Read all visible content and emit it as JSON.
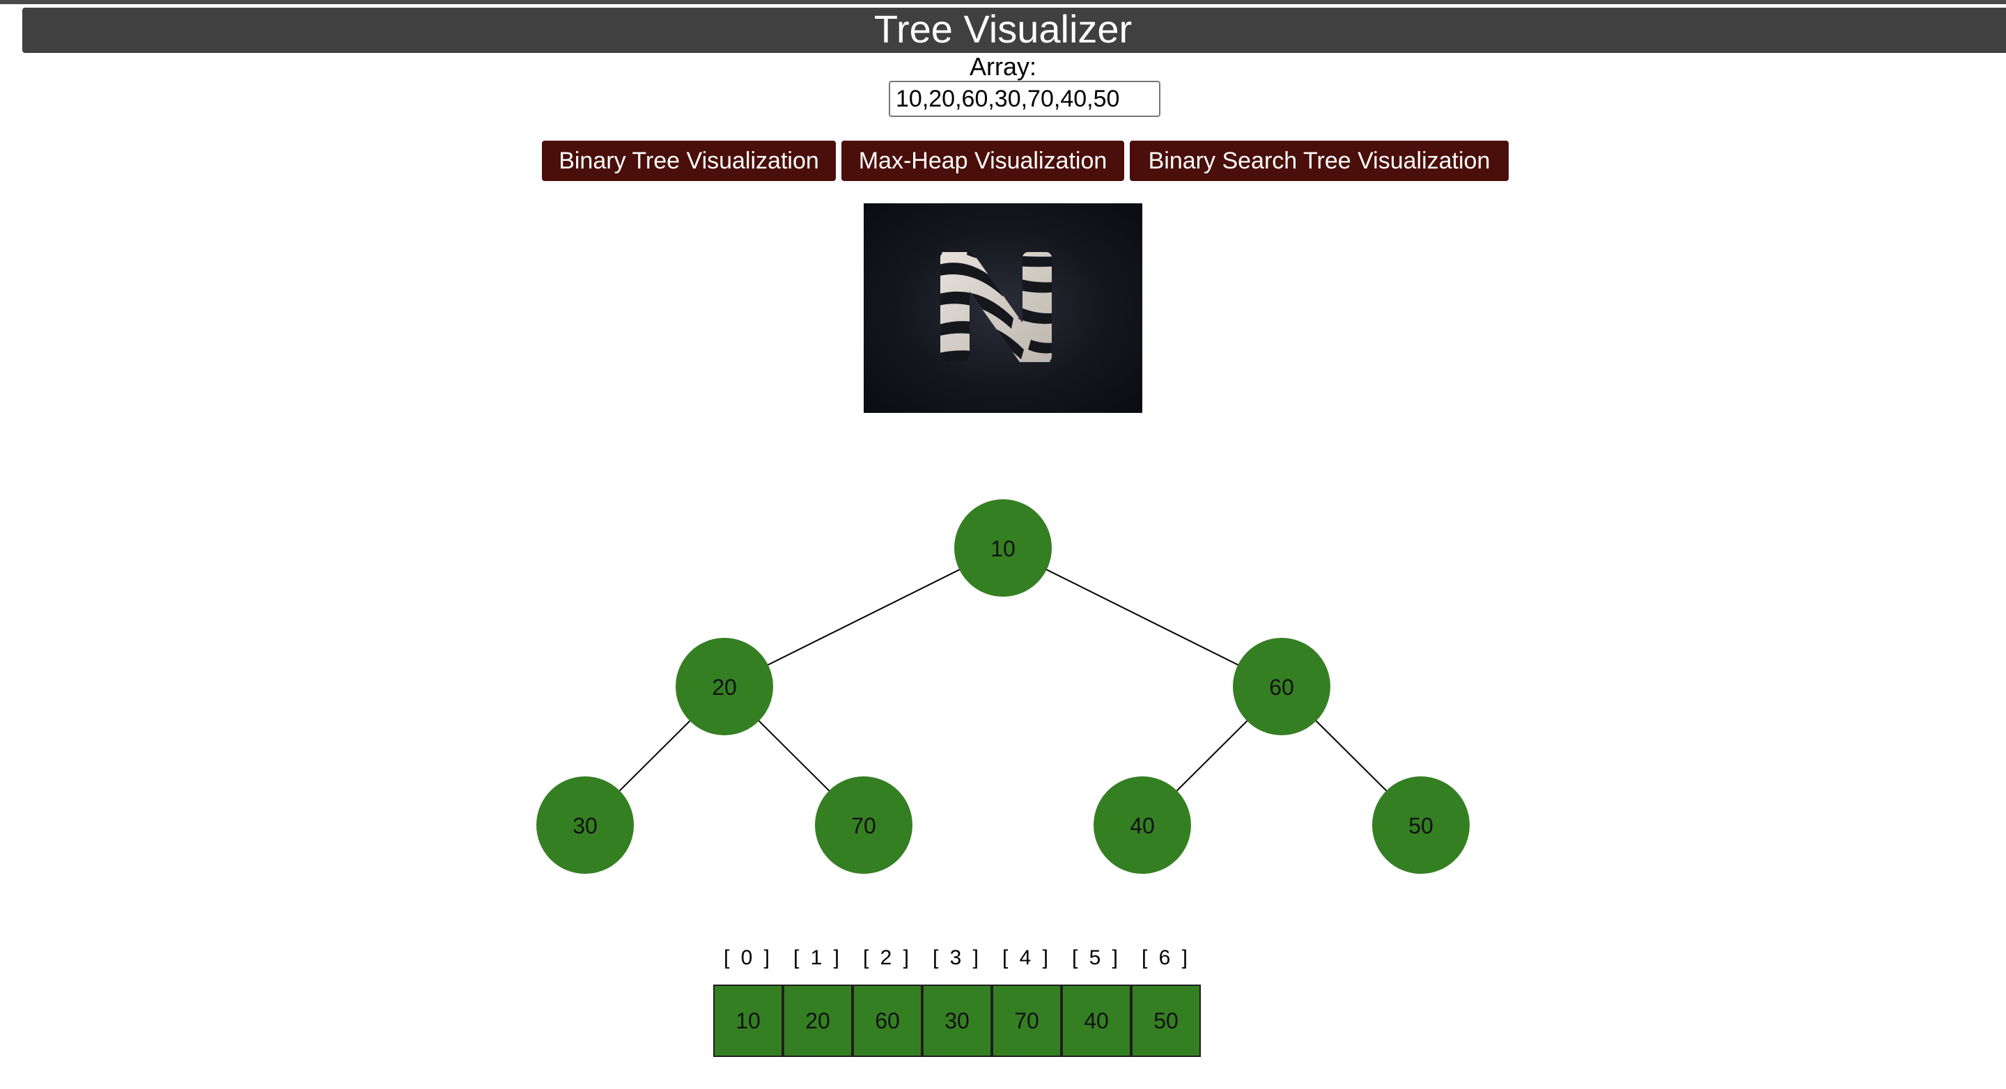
{
  "app": {
    "title": "Tree Visualizer"
  },
  "form": {
    "array_label": "Array:",
    "array_value": "10,20,60,30,70,40,50"
  },
  "buttons": {
    "binary_tree": "Binary Tree Visualization",
    "max_heap": "Max-Heap Visualization",
    "bst": "Binary Search Tree Visualization"
  },
  "logo": {
    "icon": "zebra-striped-n-logo"
  },
  "tree": {
    "node_color": "#357f23",
    "nodes": [
      "10",
      "20",
      "60",
      "30",
      "70",
      "40",
      "50"
    ]
  },
  "array_view": {
    "indices": [
      "[ 0 ]",
      "[ 1 ]",
      "[ 2 ]",
      "[ 3 ]",
      "[ 4 ]",
      "[ 5 ]",
      "[ 6 ]"
    ],
    "values": [
      "10",
      "20",
      "60",
      "30",
      "70",
      "40",
      "50"
    ]
  }
}
